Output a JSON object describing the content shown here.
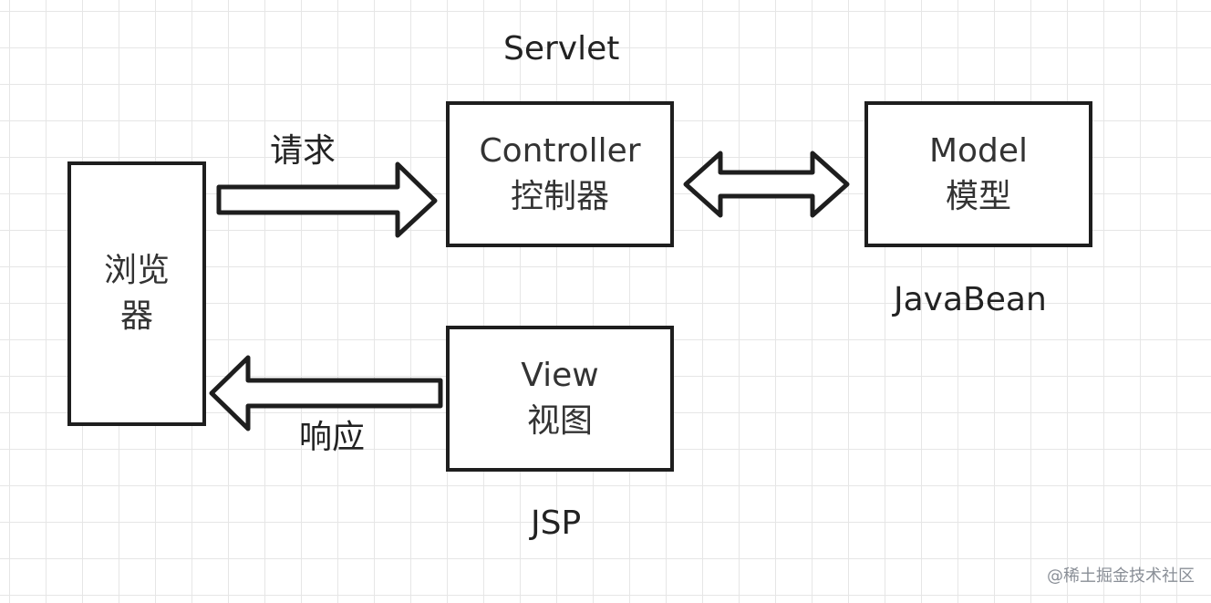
{
  "nodes": {
    "browser": {
      "line1": "浏览",
      "line2": "器"
    },
    "controller": {
      "title": "Controller",
      "subtitle": "控制器"
    },
    "model": {
      "title": "Model",
      "subtitle": "模型"
    },
    "view": {
      "title": "View",
      "subtitle": "视图"
    }
  },
  "labels": {
    "servlet": "Servlet",
    "javabean": "JavaBean",
    "jsp": "JSP",
    "request": "请求",
    "response": "响应"
  },
  "watermark": "@稀土掘金技术社区",
  "colors": {
    "stroke": "#1e1e1e",
    "grid": "#e6e6e6",
    "background": "#ffffff"
  }
}
